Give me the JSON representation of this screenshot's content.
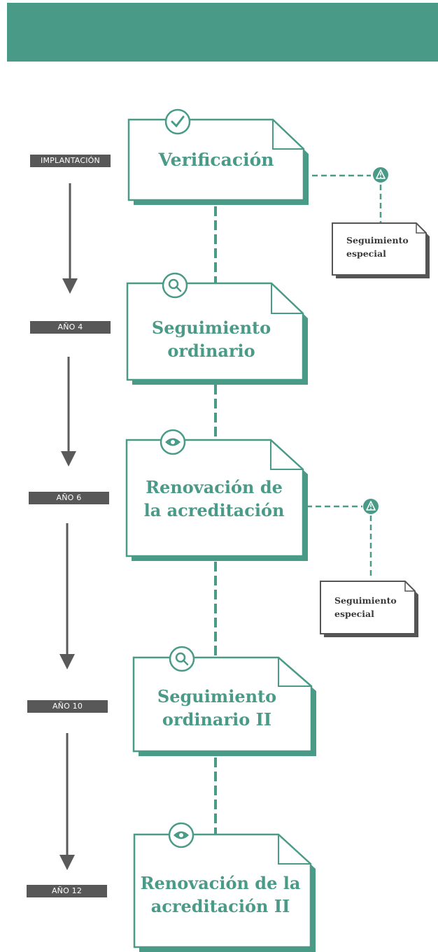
{
  "header": {
    "color": "#4a9a88"
  },
  "colors": {
    "accent": "#4a9a88",
    "grey": "#585858",
    "dark": "#3a3a3a"
  },
  "years": [
    {
      "label": "IMPLANTACIÓN"
    },
    {
      "label": "AÑO 4"
    },
    {
      "label": "AÑO 6"
    },
    {
      "label": "AÑO 10"
    },
    {
      "label": "AÑO 12"
    }
  ],
  "stages": [
    {
      "title": "Verificación",
      "icon": "check-icon"
    },
    {
      "title": "Seguimiento ordinario",
      "icon": "search-icon"
    },
    {
      "title": "Renovación de la acreditación",
      "icon": "eye-icon"
    },
    {
      "title": "Seguimiento ordinario II",
      "icon": "search-icon"
    },
    {
      "title": "Renovación de la acreditación II",
      "icon": "eye-icon"
    }
  ],
  "special": [
    {
      "title": "Seguimiento especial",
      "icon": "warning-icon"
    },
    {
      "title": "Seguimiento especial",
      "icon": "warning-icon"
    }
  ]
}
